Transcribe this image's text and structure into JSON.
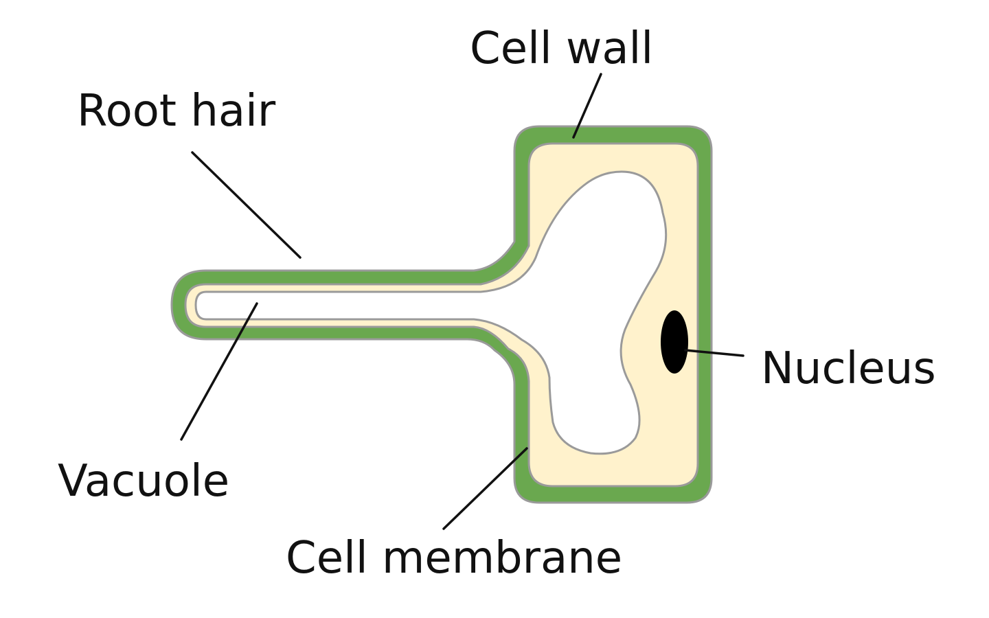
{
  "labels": {
    "cell_wall": "Cell wall",
    "root_hair": "Root hair",
    "nucleus": "Nucleus",
    "vacuole": "Vacuole",
    "cell_membrane": "Cell membrane"
  },
  "colors": {
    "cell_wall": "#6aa84f",
    "cytoplasm": "#fff2cc",
    "vacuole": "#ffffff",
    "outline": "#9a9a9a",
    "nucleus": "#000000",
    "text": "#111111"
  }
}
